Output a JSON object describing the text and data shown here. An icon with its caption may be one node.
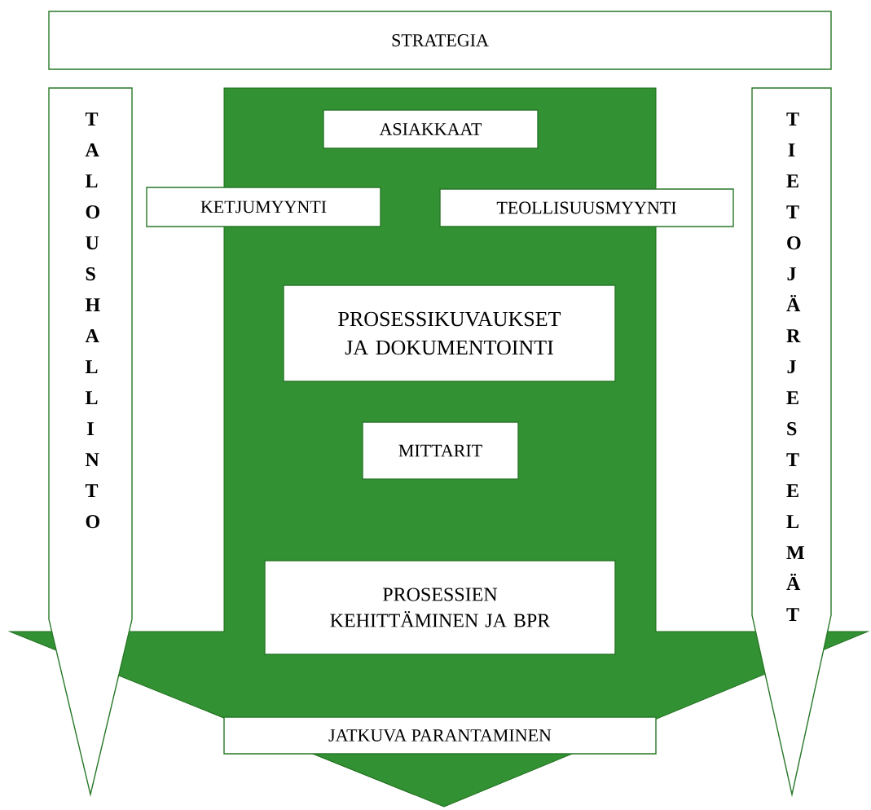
{
  "diagram": {
    "nodes": [
      {
        "text": [
          "STRATEGIA"
        ]
      },
      {
        "text": [],
        "shape": "arrow"
      },
      {
        "text": [
          "TALOUSHALLINTO"
        ]
      },
      {
        "text": [
          "TIETOJÄRJESTELMÄT"
        ]
      },
      {
        "text": [
          "ASIAKKAAT"
        ],
        "in": 1
      },
      {
        "text": [
          "KETJUMYYNTI"
        ],
        "in": 1
      },
      {
        "text": [
          "TEOLLISUUSMYYNTI"
        ],
        "in": 1
      },
      {
        "text": [
          "PROSESSIKUVAUKSET JA DOKUMENTOINTI"
        ],
        "in": 1
      },
      {
        "text": [
          "MITTARIT"
        ],
        "in": 1
      },
      {
        "text": [
          "PROSESSIEN KEHITTÄMINEN JA BPR"
        ],
        "in": 1
      },
      {
        "text": [
          "JATKUVA PARANTAMINEN"
        ],
        "in": 1
      }
    ]
  }
}
